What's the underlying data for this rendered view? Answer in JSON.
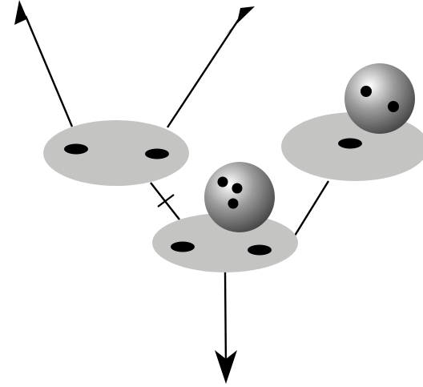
{
  "diagram": {
    "colors": {
      "background": "#ffffff",
      "stroke": "#000000",
      "disc": "#c4c4c2",
      "hole": "#000000",
      "ball_highlight": "#ffffff",
      "ball_mid": "#9a9a9a",
      "ball_dark": "#474747"
    },
    "nodes": [
      {
        "id": "disc-top-left",
        "holes": 2,
        "ball": false
      },
      {
        "id": "disc-right",
        "holes": 1,
        "ball": true,
        "ball_holes": 2
      },
      {
        "id": "disc-bottom",
        "holes": 2,
        "ball": true,
        "ball_holes": 3
      }
    ],
    "edges": [
      {
        "from": "outside-top-left",
        "to": "disc-top-left",
        "arrowhead": "outgoing-end",
        "cut": false
      },
      {
        "from": "disc-top-left",
        "to": "outside-top-right",
        "arrowhead": "outgoing-end",
        "cut": false
      },
      {
        "from": "disc-top-left",
        "to": "disc-bottom",
        "arrowhead": "none",
        "cut": true
      },
      {
        "from": "disc-right",
        "to": "disc-bottom",
        "arrowhead": "none",
        "cut": false
      },
      {
        "from": "disc-bottom",
        "to": "outside-bottom",
        "arrowhead": "outgoing-end",
        "cut": false
      }
    ]
  }
}
